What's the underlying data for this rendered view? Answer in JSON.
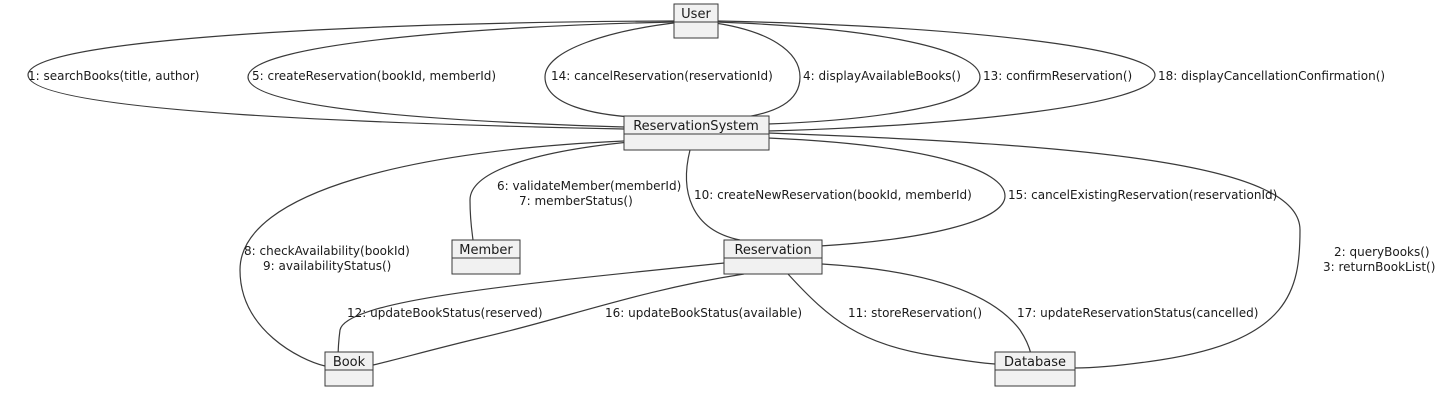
{
  "objects": {
    "user": "User",
    "reservation_system": "ReservationSystem",
    "member": "Member",
    "reservation": "Reservation",
    "book": "Book",
    "database": "Database"
  },
  "messages": {
    "m1": "1: searchBooks(title, author)",
    "m5": "5: createReservation(bookId, memberId)",
    "m14": "14: cancelReservation(reservationId)",
    "m4": "4: displayAvailableBooks()",
    "m13": "13: confirmReservation()",
    "m18": "18: displayCancellationConfirmation()",
    "m6": "6: validateMember(memberId)",
    "m7": "7: memberStatus()",
    "m10": "10: createNewReservation(bookId, memberId)",
    "m15": "15: cancelExistingReservation(reservationId)",
    "m8": "8: checkAvailability(bookId)",
    "m9": "9: availabilityStatus()",
    "m2": "2: queryBooks()",
    "m3": "3: returnBookList()",
    "m12": "12: updateBookStatus(reserved)",
    "m16": "16: updateBookStatus(available)",
    "m11": "11: storeReservation()",
    "m17": "17: updateReservationStatus(cancelled)"
  },
  "colors": {
    "node_fill": "#f1f1f1",
    "stroke": "#3a3a3a",
    "text": "#1a1a1a"
  }
}
